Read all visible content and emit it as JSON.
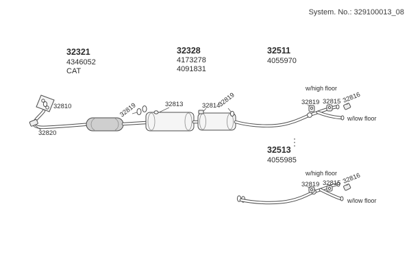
{
  "header": {
    "system_no": "System. No.: 329100013_08"
  },
  "groups": {
    "g32321": {
      "code": "32321",
      "ref1": "4346052",
      "ref2": "CAT"
    },
    "g32328": {
      "code": "32328",
      "ref1": "4173278",
      "ref2": "4091831"
    },
    "g32511": {
      "code": "32511",
      "ref1": "4055970"
    },
    "g32513": {
      "code": "32513",
      "ref1": "4055985"
    }
  },
  "callouts": {
    "flange": "32810",
    "clamp": "32820",
    "gasket": "32819",
    "bracket_front": "32813",
    "bracket_rear": "32814",
    "hanger_a": "32819",
    "hanger_b": "32815",
    "hanger_c": "32816",
    "high_floor": "w/high floor",
    "low_floor": "w/low floor"
  }
}
